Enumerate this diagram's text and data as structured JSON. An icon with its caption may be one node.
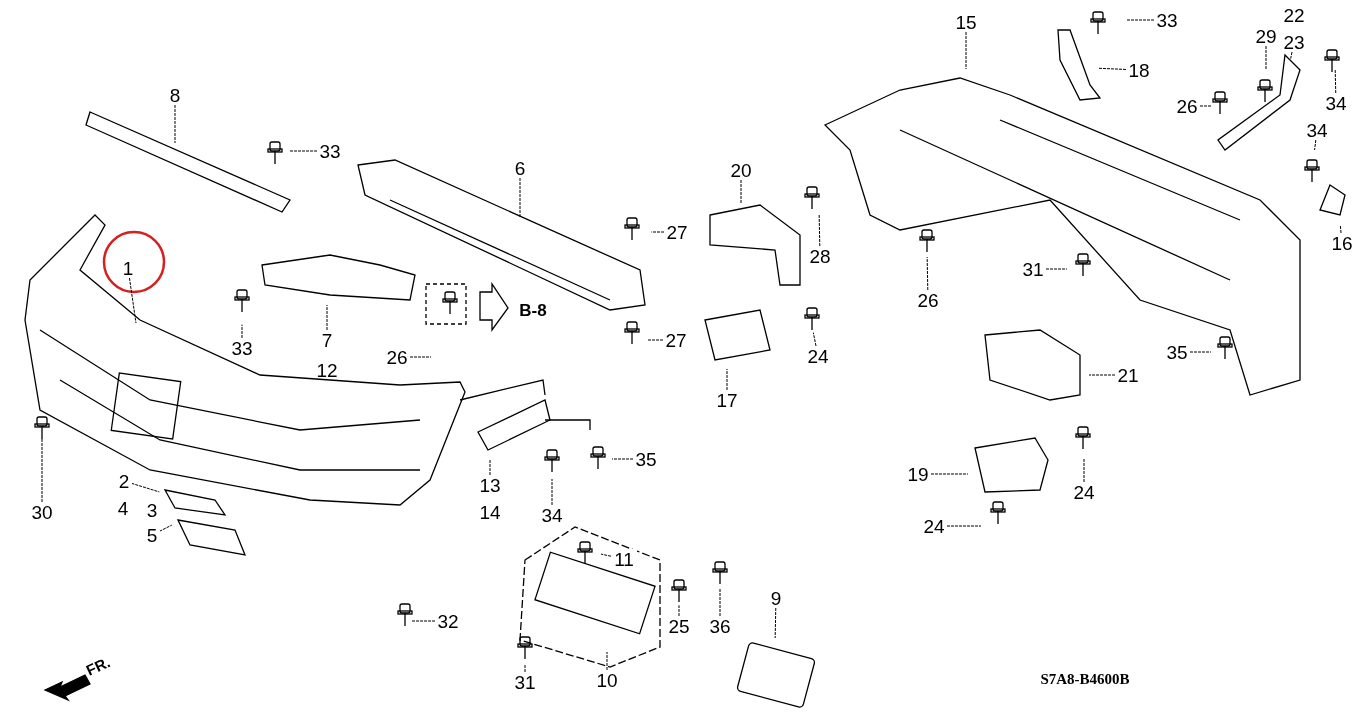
{
  "diagram": {
    "nodes": [
      {
        "text": [
          "8"
        ]
      },
      {
        "text": [
          "33"
        ]
      },
      {
        "text": [
          "1"
        ]
      },
      {
        "text": [
          "6"
        ]
      },
      {
        "text": [
          "27"
        ]
      },
      {
        "text": [
          "20"
        ]
      },
      {
        "text": [
          "33"
        ]
      },
      {
        "text": [
          "7"
        ]
      },
      {
        "text": [
          "26"
        ]
      },
      {
        "text": [
          "27"
        ]
      },
      {
        "text": [
          "24"
        ]
      },
      {
        "text": [
          "17"
        ]
      },
      {
        "text": [
          "15"
        ]
      },
      {
        "text": [
          "33"
        ]
      },
      {
        "text": [
          "18"
        ]
      },
      {
        "text": [
          "29"
        ]
      },
      {
        "text": [
          "23"
        ]
      },
      {
        "text": [
          "26"
        ]
      },
      {
        "text": [
          "34"
        ]
      },
      {
        "text": [
          "34"
        ]
      },
      {
        "text": [
          "16"
        ]
      },
      {
        "text": [
          "28"
        ]
      },
      {
        "text": [
          "26"
        ]
      },
      {
        "text": [
          "31"
        ]
      },
      {
        "text": [
          "35"
        ]
      },
      {
        "text": [
          "21"
        ]
      },
      {
        "text": [
          "19"
        ]
      },
      {
        "text": [
          "24"
        ]
      },
      {
        "text": [
          "24"
        ]
      },
      {
        "text": [
          "30"
        ]
      },
      {
        "text": [
          "2"
        ]
      },
      {
        "text": [
          "5"
        ]
      },
      {
        "text": [
          "13"
        ]
      },
      {
        "text": [
          "35"
        ]
      },
      {
        "text": [
          "34"
        ]
      },
      {
        "text": [
          "11"
        ]
      },
      {
        "text": [
          "25"
        ]
      },
      {
        "text": [
          "36"
        ]
      },
      {
        "text": [
          "9"
        ]
      },
      {
        "text": [
          "32"
        ]
      },
      {
        "text": [
          "31"
        ]
      },
      {
        "text": [
          "10"
        ]
      }
    ],
    "edges": [
      {
        "from": 0,
        "to": null,
        "arrow": "none"
      },
      {
        "from": 1,
        "to": null,
        "arrow": "none"
      },
      {
        "from": 2,
        "to": null,
        "arrow": "none"
      },
      {
        "from": 3,
        "to": null,
        "arrow": "none"
      },
      {
        "from": 4,
        "to": null,
        "arrow": "none"
      },
      {
        "from": 5,
        "to": null,
        "arrow": "none"
      },
      {
        "from": 6,
        "to": null,
        "arrow": "none"
      },
      {
        "from": 7,
        "to": null,
        "arrow": "none"
      },
      {
        "from": 8,
        "to": null,
        "arrow": "none"
      },
      {
        "from": 9,
        "to": null,
        "arrow": "none"
      },
      {
        "from": 10,
        "to": null,
        "arrow": "none"
      },
      {
        "from": 11,
        "to": null,
        "arrow": "none"
      },
      {
        "from": 12,
        "to": null,
        "arrow": "none"
      },
      {
        "from": 13,
        "to": null,
        "arrow": "none"
      },
      {
        "from": 14,
        "to": null,
        "arrow": "none"
      },
      {
        "from": 15,
        "to": null,
        "arrow": "none"
      },
      {
        "from": 16,
        "to": null,
        "arrow": "none"
      },
      {
        "from": 17,
        "to": null,
        "arrow": "none"
      },
      {
        "from": 18,
        "to": null,
        "arrow": "none"
      },
      {
        "from": 19,
        "to": null,
        "arrow": "none"
      },
      {
        "from": 20,
        "to": null,
        "arrow": "none"
      },
      {
        "from": 21,
        "to": null,
        "arrow": "none"
      },
      {
        "from": 22,
        "to": null,
        "arrow": "none"
      },
      {
        "from": 23,
        "to": null,
        "arrow": "none"
      },
      {
        "from": 24,
        "to": null,
        "arrow": "none"
      },
      {
        "from": 25,
        "to": null,
        "arrow": "none"
      },
      {
        "from": 26,
        "to": null,
        "arrow": "none"
      },
      {
        "from": 27,
        "to": null,
        "arrow": "none"
      },
      {
        "from": 28,
        "to": null,
        "arrow": "none"
      },
      {
        "from": 29,
        "to": null,
        "arrow": "none"
      },
      {
        "from": 30,
        "to": null,
        "arrow": "none"
      },
      {
        "from": 31,
        "to": null,
        "arrow": "none"
      },
      {
        "from": 32,
        "to": null,
        "arrow": "none"
      },
      {
        "from": 33,
        "to": null,
        "arrow": "none"
      },
      {
        "from": 34,
        "to": null,
        "arrow": "none"
      },
      {
        "from": 35,
        "to": null,
        "arrow": "none"
      },
      {
        "from": 36,
        "to": null,
        "arrow": "none"
      },
      {
        "from": 37,
        "to": null,
        "arrow": "none"
      },
      {
        "from": 38,
        "to": null,
        "arrow": "none"
      },
      {
        "from": 39,
        "to": null,
        "arrow": "none"
      },
      {
        "from": 40,
        "to": null,
        "arrow": "none"
      },
      {
        "from": 41,
        "to": null,
        "arrow": "none"
      }
    ],
    "labels": [
      "22",
      "12",
      "B-8",
      "4",
      "3",
      "14",
      "FR.",
      "S7A8-B4600B"
    ]
  }
}
